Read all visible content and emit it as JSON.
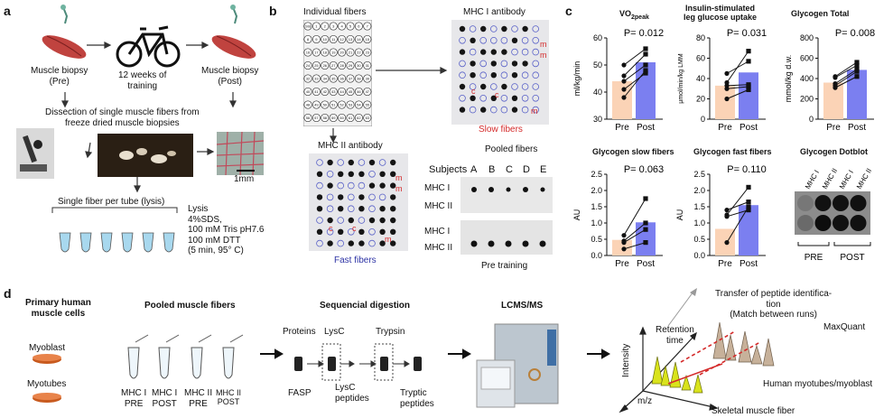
{
  "panel_letters": {
    "a": "a",
    "b": "b",
    "c": "c",
    "d": "d"
  },
  "a": {
    "biopsy_pre": "Muscle biopsy\n(Pre)",
    "training": "12 weeks of\ntraining",
    "biopsy_post": "Muscle biopsy\n(Post)",
    "dissection": "Dissection of single muscle fibers from\nfreeze dried muscle biopsies",
    "scale": "1mm",
    "single_fiber": "Single fiber per tube (lysis)",
    "lysis": "Lysis\n4%SDS,\n100 mM Tris pH7.6\n100 mM DTT\n(5 min, 95° C)"
  },
  "b": {
    "individual": "Individual fibers",
    "mhc1_ab": "MHC I antibody",
    "slow": "Slow fibers",
    "mhc2_ab": "MHC II antibody",
    "fast": "Fast fibers",
    "pooled": "Pooled fibers",
    "subjects_label": "Subjects",
    "subjects": [
      "A",
      "B",
      "C",
      "D",
      "E"
    ],
    "rows1": [
      "MHC I",
      "MHC II"
    ],
    "rows2": [
      "MHC I",
      "MHC II"
    ],
    "pre_training": "Pre training",
    "m": "m",
    "cc": "c",
    "grid_numbers": [
      "Std",
      "1",
      "2",
      "3",
      "4",
      "5",
      "6",
      "7",
      "8",
      "9",
      "10",
      "11",
      "12",
      "13",
      "14",
      "15",
      "16",
      "17",
      "18",
      "19",
      "20",
      "21",
      "22",
      "23",
      "24",
      "25",
      "26",
      "27",
      "28",
      "29",
      "30",
      "31",
      "32",
      "33",
      "34",
      "35",
      "36",
      "37",
      "38",
      "39",
      "40",
      "41",
      "42",
      "43",
      "44",
      "45",
      "46",
      "47",
      "48",
      "49",
      "50",
      "51",
      "52",
      "53",
      "54",
      "55",
      "56",
      "57",
      "58",
      "59",
      "60",
      "61",
      "62",
      "63",
      "64"
    ]
  },
  "c": {
    "colors": {
      "pre": "#fbd3b6",
      "post": "#7b7ff0"
    },
    "charts": [
      {
        "title": "VO2peak",
        "title_main": "VO",
        "title_sub": "2peak",
        "ylabel": "ml/kg/min",
        "p": "P= 0.012",
        "ylim": [
          30,
          60
        ],
        "ticks": [
          30,
          40,
          50,
          60
        ],
        "xticks": [
          "Pre",
          "Post"
        ],
        "pre_bar": 44,
        "post_bar": 51,
        "pairs": [
          [
            38,
            48
          ],
          [
            41,
            47
          ],
          [
            44,
            50
          ],
          [
            46,
            54
          ],
          [
            50,
            56
          ]
        ]
      },
      {
        "title": "Insulin-stimulated\nleg glucose uptake",
        "ylabel": "µmol/min/kg LMM",
        "p": "P= 0.031",
        "ylim": [
          0,
          80
        ],
        "ticks": [
          0,
          20,
          40,
          60,
          80
        ],
        "xticks": [
          "Pre",
          "Post"
        ],
        "pre_bar": 33,
        "post_bar": 46,
        "pairs": [
          [
            20,
            29
          ],
          [
            30,
            32
          ],
          [
            33,
            34
          ],
          [
            36,
            67
          ],
          [
            45,
            57
          ]
        ]
      },
      {
        "title": "Glycogen Total",
        "ylabel": "mmol/kg d.w.",
        "p": "P= 0.008",
        "ylim": [
          0,
          800
        ],
        "ticks": [
          0,
          200,
          400,
          600,
          800
        ],
        "xticks": [
          "Pre",
          "Post"
        ],
        "pre_bar": 360,
        "post_bar": 485,
        "pairs": [
          [
            310,
            420
          ],
          [
            330,
            470
          ],
          [
            350,
            490
          ],
          [
            410,
            530
          ],
          [
            420,
            560
          ]
        ]
      },
      {
        "title": "Glycogen slow fibers",
        "ylabel": "AU",
        "p": "P= 0.063",
        "ylim": [
          0,
          2.5
        ],
        "ticks": [
          "0.0",
          "0.5",
          "1.0",
          "1.5",
          "2.0",
          "2.5"
        ],
        "xticks": [
          "Pre",
          "Post"
        ],
        "pre_bar": 0.48,
        "post_bar": 1.02,
        "pairs": [
          [
            0.2,
            0.4
          ],
          [
            0.4,
            0.8
          ],
          [
            0.45,
            1.0
          ],
          [
            0.62,
            1.75
          ]
        ]
      },
      {
        "title": "Glycogen fast fibers",
        "ylabel": "AU",
        "p": "P= 0.110",
        "ylim": [
          0,
          2.5
        ],
        "ticks": [
          "0.0",
          "0.5",
          "1.0",
          "1.5",
          "2.0",
          "2.5"
        ],
        "xticks": [
          "Pre",
          "Post"
        ],
        "pre_bar": 0.82,
        "post_bar": 1.55,
        "pairs": [
          [
            0.4,
            1.5
          ],
          [
            1.2,
            1.4
          ],
          [
            1.25,
            2.1
          ],
          [
            1.4,
            1.65
          ]
        ]
      }
    ],
    "dotblot": {
      "title": "Glycogen Dotblot",
      "lanes": [
        "MHC I",
        "MHC II",
        "MHC I",
        "MHC II"
      ],
      "groups": [
        "PRE",
        "POST"
      ]
    }
  },
  "d": {
    "primary": "Primary human\nmuscle cells",
    "myoblast": "Myoblast",
    "myotubes": "Myotubes",
    "pooled": "Pooled muscle fibers",
    "tubes": [
      "MHC I\nPRE",
      "MHC I\nPOST",
      "MHC II\nPRE",
      "MHC II\nPOST"
    ],
    "digestion": "Sequencial digestion",
    "proteins": "Proteins",
    "lysc": "LysC",
    "trypsin": "Trypsin",
    "fasp": "FASP",
    "lysc_peptides": "LysC\npeptides",
    "tryptic": "Tryptic\npeptides",
    "lcms": "LCMS/MS",
    "transfer": "Transfer of peptide identifica-\ntion\n(Match between runs)",
    "maxquant": "MaxQuant",
    "retention": "Retention\ntime",
    "intensity": "Intensity",
    "mz": "m/z",
    "human": "Human myotubes/myoblast",
    "skeletal": "Skeletal muscle fiber"
  }
}
